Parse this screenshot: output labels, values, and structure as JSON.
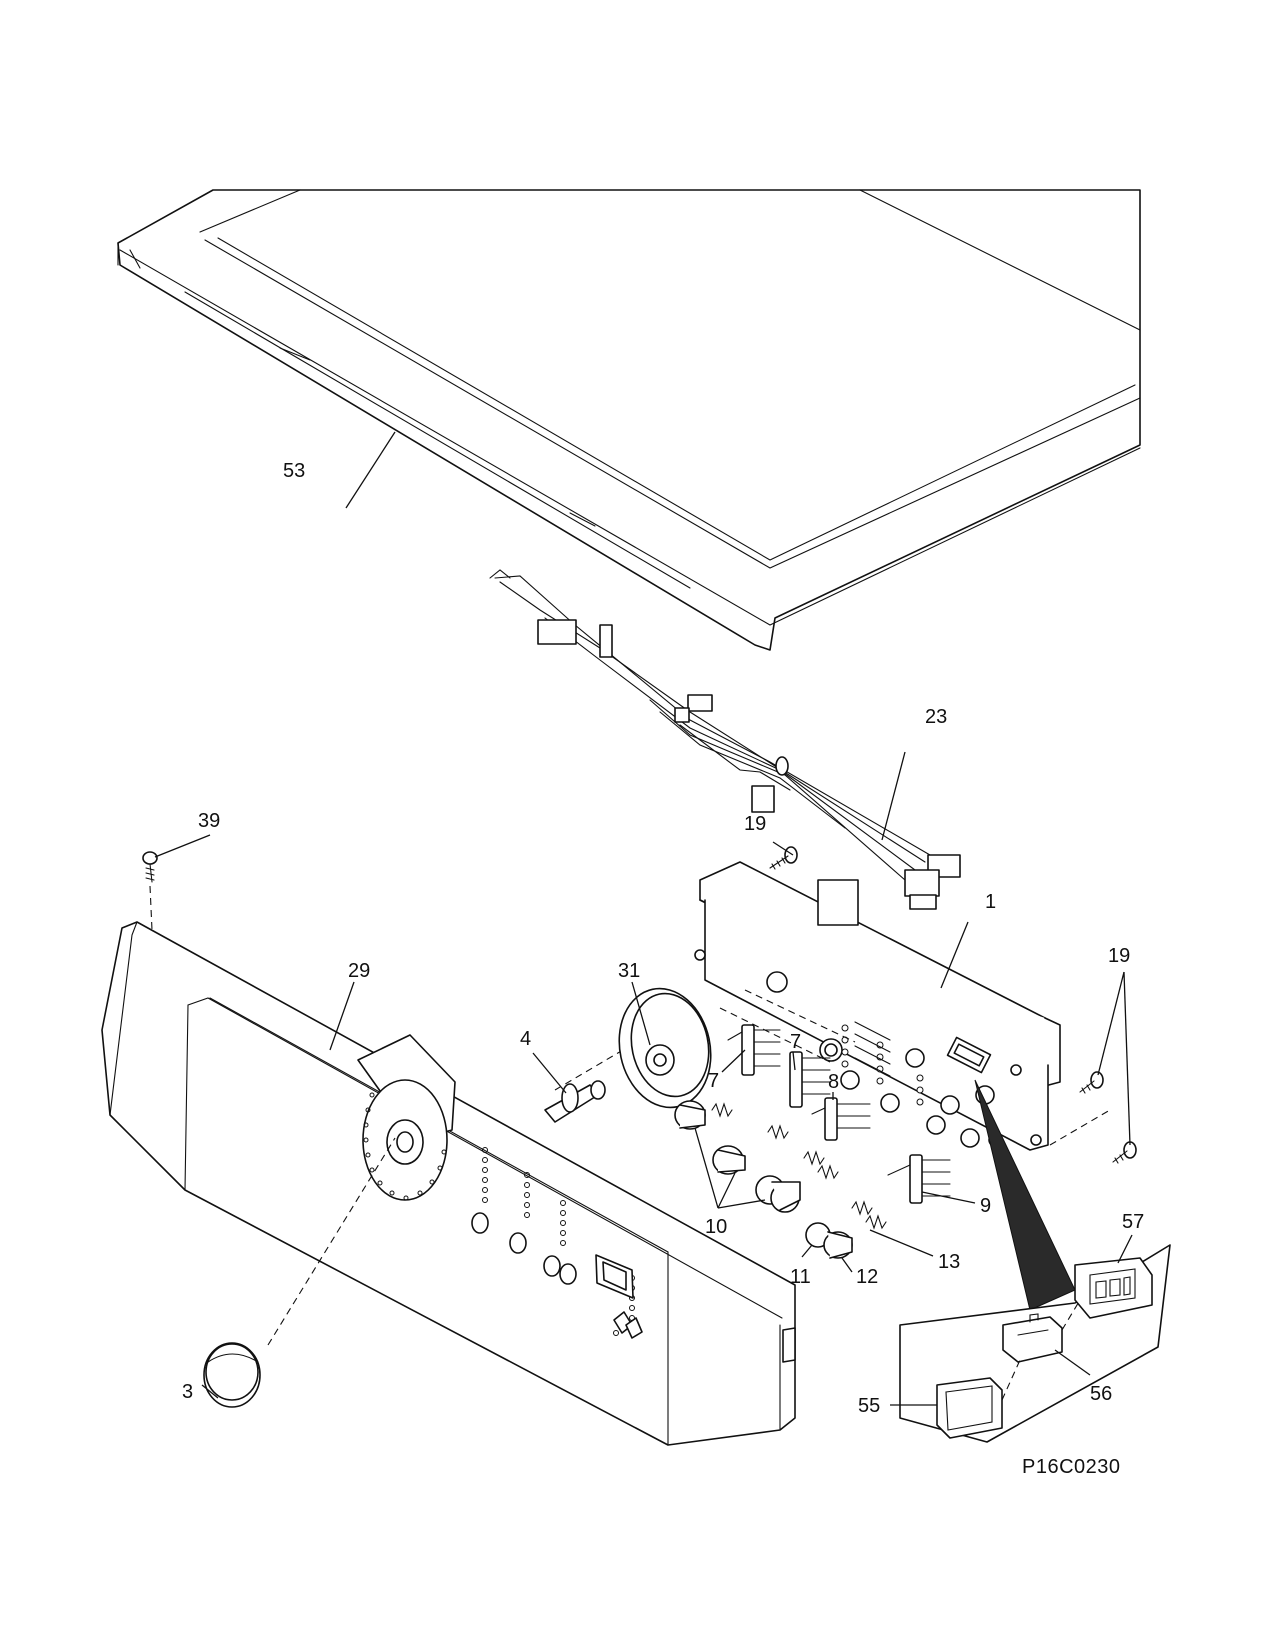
{
  "callouts": {
    "c1": "1",
    "c3": "3",
    "c4": "4",
    "c7a": "7",
    "c7b": "7",
    "c8": "8",
    "c9": "9",
    "c10": "10",
    "c11": "11",
    "c12": "12",
    "c13": "13",
    "c19a": "19",
    "c19b": "19",
    "c23": "23",
    "c29": "29",
    "c31": "31",
    "c39": "39",
    "c53": "53",
    "c55": "55",
    "c56": "56",
    "c57": "57"
  },
  "diagram_code": "P16C0230"
}
